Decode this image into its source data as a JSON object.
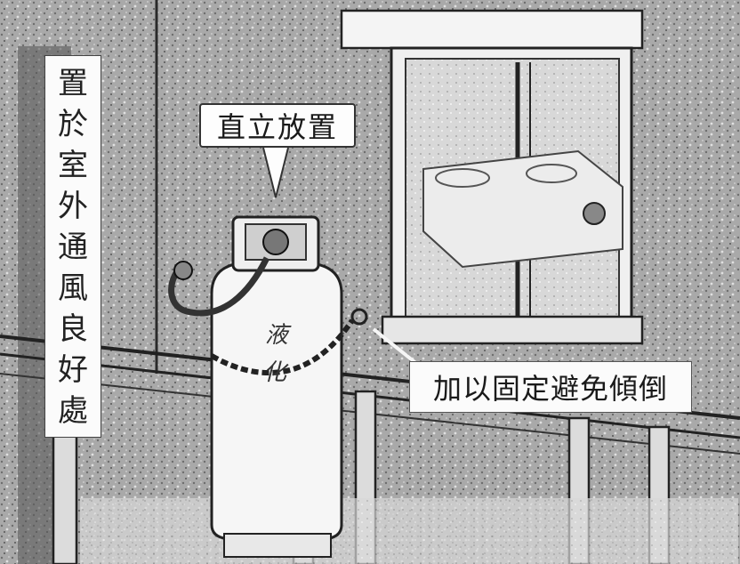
{
  "labels": {
    "vertical_note": [
      "置",
      "於",
      "室",
      "外",
      "通",
      "風",
      "良",
      "好",
      "處"
    ],
    "callout_upright": "直立放置",
    "callout_secure": "加以固定避免傾倒",
    "tank_marking": [
      "液",
      "化"
    ]
  },
  "colors": {
    "wall": "#8f8f8f",
    "line": "#2a2a2a",
    "paper": "#fbfbfb"
  }
}
